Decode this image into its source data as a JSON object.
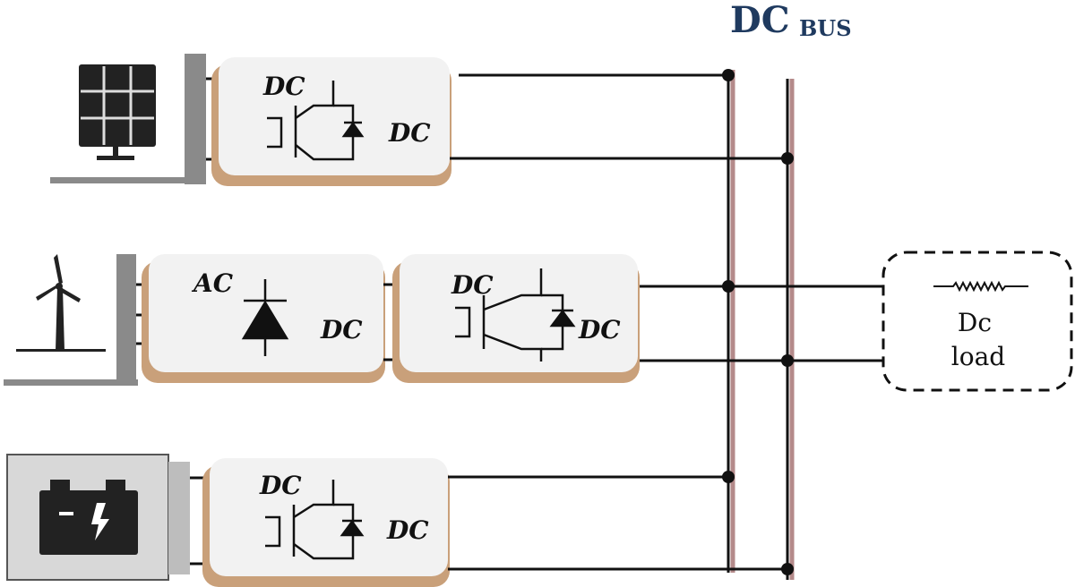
{
  "bus": {
    "title_main": "DC",
    "title_sub": "BUS"
  },
  "converters": {
    "pv": {
      "input_label": "DC",
      "output_label": "DC"
    },
    "wind_rectifier": {
      "input_label": "AC",
      "output_label": "DC"
    },
    "wind_chopper": {
      "input_label": "DC",
      "output_label": "DC"
    },
    "battery": {
      "input_label": "DC",
      "output_label": "DC"
    }
  },
  "load": {
    "line1": "Dc",
    "line2": "load"
  },
  "sources": {
    "pv_icon": "solar-panel-icon",
    "wind_icon": "wind-turbine-icon",
    "battery_icon": "battery-icon"
  },
  "colors": {
    "box_fill": "#f2f2f2",
    "box_shadow": "#c9a07a",
    "wire": "#111111",
    "bus_bar": "#b48a8a",
    "title": "#1f3a5f"
  }
}
